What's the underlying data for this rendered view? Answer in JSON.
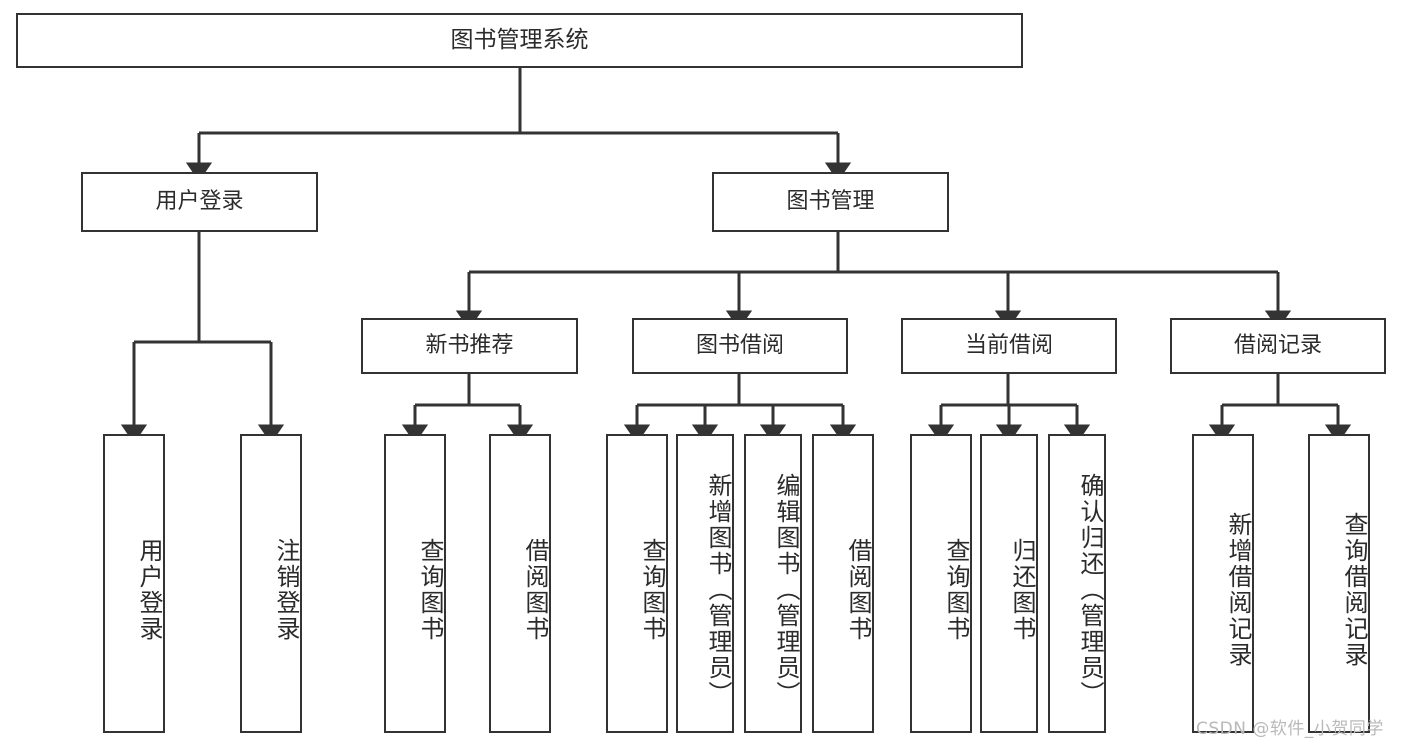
{
  "diagram": {
    "type": "tree-hierarchy",
    "title": "图书管理系统",
    "orientation": "top-down",
    "colors": {
      "background": "#ffffff",
      "box_border": "#333333",
      "box_fill": "#ffffff",
      "text": "#2b2b2b",
      "connector": "#333333",
      "watermark": "#b9b9b9"
    },
    "nodes": {
      "root": {
        "label": "图书管理系统",
        "level": 0
      },
      "l1": [
        {
          "id": "user-login",
          "label": "用户登录",
          "level": 1
        },
        {
          "id": "book-manage",
          "label": "图书管理",
          "level": 1
        }
      ],
      "l2": [
        {
          "id": "new-book-recommend",
          "label": "新书推荐",
          "parent": "book-manage",
          "level": 2
        },
        {
          "id": "book-borrow",
          "label": "图书借阅",
          "parent": "book-manage",
          "level": 2
        },
        {
          "id": "current-borrow",
          "label": "当前借阅",
          "parent": "book-manage",
          "level": 2
        },
        {
          "id": "borrow-record",
          "label": "借阅记录",
          "parent": "book-manage",
          "level": 2
        }
      ],
      "leaves": [
        {
          "id": "leaf-user-login",
          "label": "用户登录",
          "parent": "user-login",
          "level": 2
        },
        {
          "id": "leaf-logout-login",
          "label": "注销登录",
          "parent": "user-login",
          "level": 2
        },
        {
          "id": "leaf-query-book-1",
          "label": "查询图书",
          "parent": "new-book-recommend",
          "level": 3
        },
        {
          "id": "leaf-borrow-book-1",
          "label": "借阅图书",
          "parent": "new-book-recommend",
          "level": 3
        },
        {
          "id": "leaf-query-book-2",
          "label": "查询图书",
          "parent": "book-borrow",
          "level": 3
        },
        {
          "id": "leaf-add-book-admin",
          "label": "新增图书（管理员）",
          "parent": "book-borrow",
          "level": 3
        },
        {
          "id": "leaf-edit-book-admin",
          "label": "编辑图书（管理员）",
          "parent": "book-borrow",
          "level": 3
        },
        {
          "id": "leaf-borrow-book-2",
          "label": "借阅图书",
          "parent": "book-borrow",
          "level": 3
        },
        {
          "id": "leaf-query-book-3",
          "label": "查询图书",
          "parent": "current-borrow",
          "level": 3
        },
        {
          "id": "leaf-return-book",
          "label": "归还图书",
          "parent": "current-borrow",
          "level": 3
        },
        {
          "id": "leaf-confirm-return-admin",
          "label": "确认归还（管理员）",
          "parent": "current-borrow",
          "level": 3
        },
        {
          "id": "leaf-add-borrow-record",
          "label": "新增借阅记录",
          "parent": "borrow-record",
          "level": 3
        },
        {
          "id": "leaf-query-borrow-record",
          "label": "查询借阅记录",
          "parent": "borrow-record",
          "level": 3
        }
      ]
    },
    "watermark": "CSDN @软件_小贺同学"
  }
}
